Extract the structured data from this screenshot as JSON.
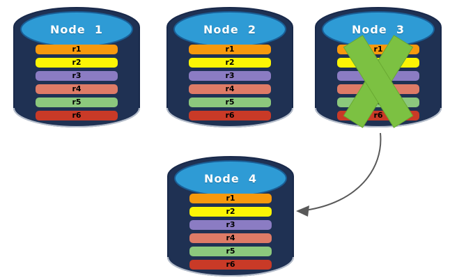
{
  "diagram": {
    "description_visible_elements": "four database node cylinders, green failure X on Node 3, curved arrow from Node 3 to Node 4"
  },
  "colors": {
    "cylinder_body": "#1F3153",
    "cylinder_outline": "#19294A",
    "cylinder_top": "#2E9BD5",
    "cylinder_top_outline": "#1A5E96",
    "cylinder_bottom_rim": "#C7CEDA",
    "failure_x": "#7CC142",
    "failure_x_outline": "#69A832",
    "arrow": "#595959",
    "row_text": "#000000",
    "title_text": "#FFFFFF"
  },
  "rows": [
    {
      "label": "r1",
      "color": "#F7990D"
    },
    {
      "label": "r2",
      "color": "#FCF505"
    },
    {
      "label": "r3",
      "color": "#8B7CC3"
    },
    {
      "label": "r4",
      "color": "#DE7B66"
    },
    {
      "label": "r5",
      "color": "#8CC87D"
    },
    {
      "label": "r6",
      "color": "#C93A27"
    }
  ],
  "nodes": [
    {
      "title": "Node  1",
      "failed": false
    },
    {
      "title": "Node  2",
      "failed": false
    },
    {
      "title": "Node  3",
      "failed": true
    },
    {
      "title": "Node  4",
      "failed": false
    }
  ],
  "arrow": {
    "from": "Node  3",
    "to": "Node  4"
  }
}
